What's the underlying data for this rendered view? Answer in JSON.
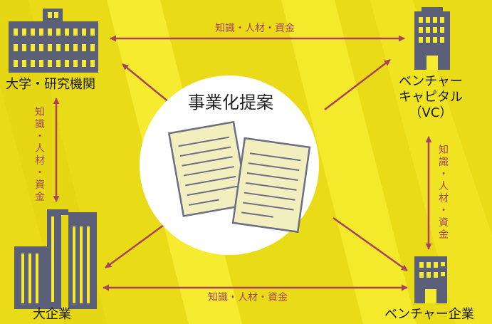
{
  "diagram": {
    "center": {
      "title": "事業化提案"
    },
    "nodes": {
      "university": {
        "label": "大学・研究機関"
      },
      "vc": {
        "line1": "ベンチャー",
        "line2": "キャピタル",
        "line3": "（VC）"
      },
      "large_company": {
        "label": "大企業"
      },
      "venture_company": {
        "label": "ベンチャー企業"
      }
    },
    "edges": {
      "top": "知識・人材・資金",
      "bottom": "知識・人材・資金",
      "left": [
        "知",
        "識",
        "・",
        "人",
        "材",
        "・",
        "資",
        "金"
      ],
      "right": [
        "知",
        "識",
        "・",
        "人",
        "材",
        "・",
        "資",
        "金"
      ]
    }
  },
  "colors": {
    "background": "#e9db17",
    "stripe_light": "#f6eb2e",
    "building": "#5b5f78",
    "arrow": "#a8435a",
    "circle": "#ffffff",
    "paper": "#f3eebd"
  }
}
